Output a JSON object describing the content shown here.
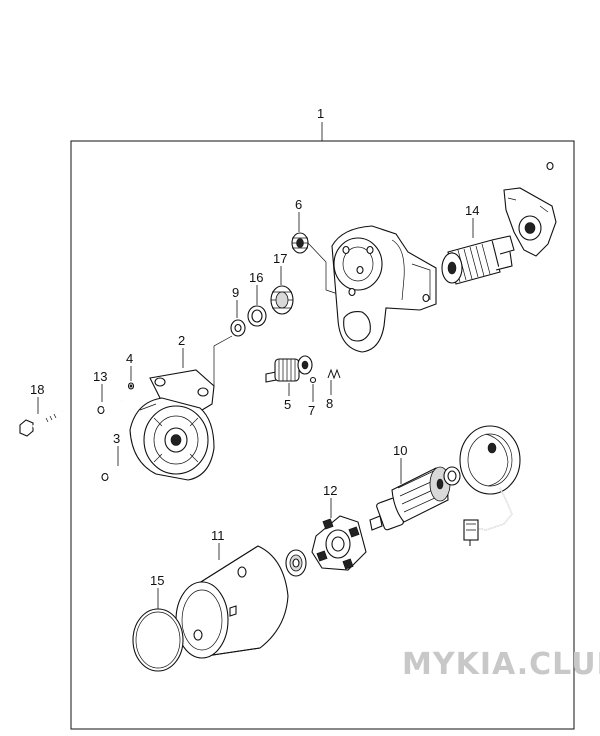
{
  "diagram": {
    "part_labels": [
      {
        "id": "1",
        "text": "1"
      },
      {
        "id": "2",
        "text": "2"
      },
      {
        "id": "3",
        "text": "3"
      },
      {
        "id": "4",
        "text": "4"
      },
      {
        "id": "5",
        "text": "5"
      },
      {
        "id": "6",
        "text": "6"
      },
      {
        "id": "7",
        "text": "7"
      },
      {
        "id": "8",
        "text": "8"
      },
      {
        "id": "9",
        "text": "9"
      },
      {
        "id": "10",
        "text": "10"
      },
      {
        "id": "11",
        "text": "11"
      },
      {
        "id": "12",
        "text": "12"
      },
      {
        "id": "13",
        "text": "13"
      },
      {
        "id": "14",
        "text": "14"
      },
      {
        "id": "15",
        "text": "15"
      },
      {
        "id": "16",
        "text": "16"
      },
      {
        "id": "17",
        "text": "17"
      },
      {
        "id": "18",
        "text": "18"
      }
    ]
  },
  "watermark": {
    "text": "MYKIA.CLUB"
  }
}
